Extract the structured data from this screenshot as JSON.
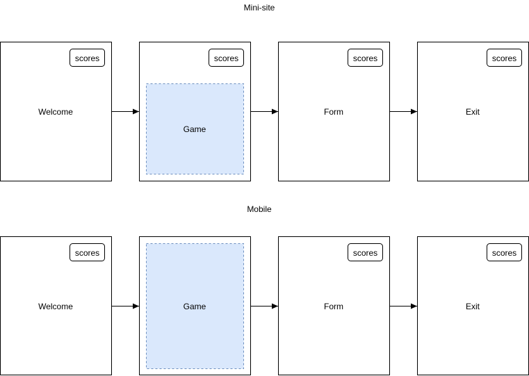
{
  "sections": [
    {
      "title": "Mini-site",
      "screens": [
        {
          "label": "Welcome",
          "badge": "scores",
          "has_game_area": false
        },
        {
          "label": "Game",
          "badge": "scores",
          "has_game_area": true
        },
        {
          "label": "Form",
          "badge": "scores",
          "has_game_area": false
        },
        {
          "label": "Exit",
          "badge": "scores",
          "has_game_area": false
        }
      ]
    },
    {
      "title": "Mobile",
      "screens": [
        {
          "label": "Welcome",
          "badge": "scores",
          "has_game_area": false
        },
        {
          "label": "Game",
          "badge": "",
          "has_game_area": true
        },
        {
          "label": "Form",
          "badge": "scores",
          "has_game_area": false
        },
        {
          "label": "Exit",
          "badge": "scores",
          "has_game_area": false
        }
      ]
    }
  ],
  "colors": {
    "stroke": "#000000",
    "game_fill": "#dae8fc",
    "game_stroke": "#6c8ebf"
  }
}
